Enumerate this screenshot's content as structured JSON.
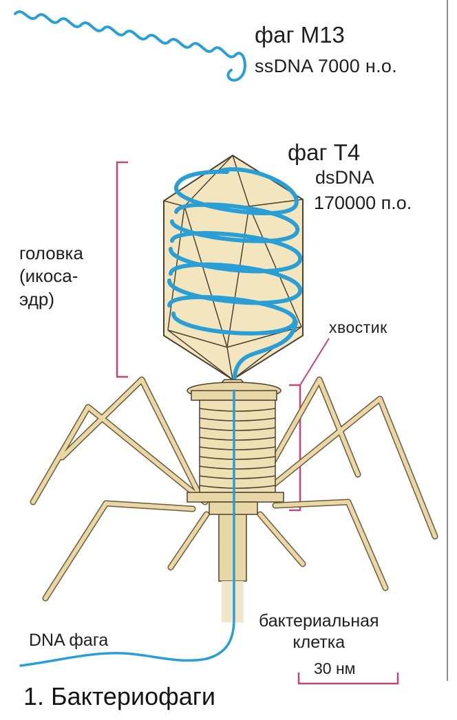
{
  "m13": {
    "title": "фаг М13",
    "subtitle": "ssDNA 7000 н.о."
  },
  "t4": {
    "title": "фаг Т4",
    "subtitle_line1": "dsDNA",
    "subtitle_line2": "170000 п.о."
  },
  "labels": {
    "head": "головка\n(икоса-\nэдр)",
    "tail": "хвостик",
    "phage_dna": "DNA фага",
    "bacterial_cell": "бактериальная\nклетка",
    "scale": "30 нм"
  },
  "caption": "1. Бактериофаги",
  "colors": {
    "dna": "#2a9fd6",
    "capsid_fill": "#f3e6bf",
    "structure": "#e9d7a5",
    "outline": "#4a4030",
    "bracket": "#c8437a"
  }
}
